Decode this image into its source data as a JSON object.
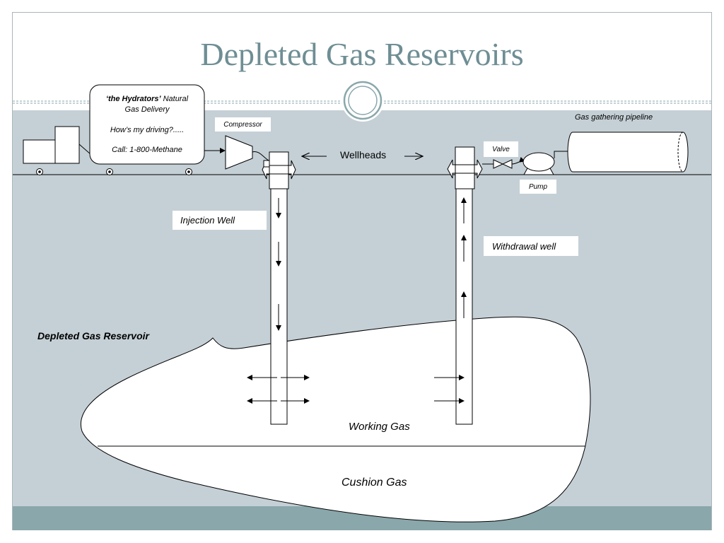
{
  "slide": {
    "title": "Depleted Gas Reservoirs",
    "colors": {
      "title": "#6e8e94",
      "panel": "#c5d0d6",
      "band": "#8aa7ab"
    }
  },
  "truck_sign": {
    "brand": "‘the Hydrators’",
    "brand_rest": " Natural",
    "line2": "Gas Delivery",
    "line3": "How’s my driving?.....",
    "line4": "Call: 1-800-Methane"
  },
  "labels": {
    "compressor": "Compressor",
    "wellheads": "Wellheads",
    "valve": "Valve",
    "pump": "Pump",
    "pipeline": "Gas gathering pipeline",
    "injection_well": "Injection Well",
    "withdrawal_well": "Withdrawal well",
    "reservoir": "Depleted Gas Reservoir",
    "working_gas": "Working Gas",
    "cushion_gas": "Cushion Gas"
  },
  "icons": [
    "truck-icon",
    "compressor-icon",
    "valve-icon",
    "pump-icon",
    "pipeline-icon",
    "circle-ornament-icon"
  ]
}
